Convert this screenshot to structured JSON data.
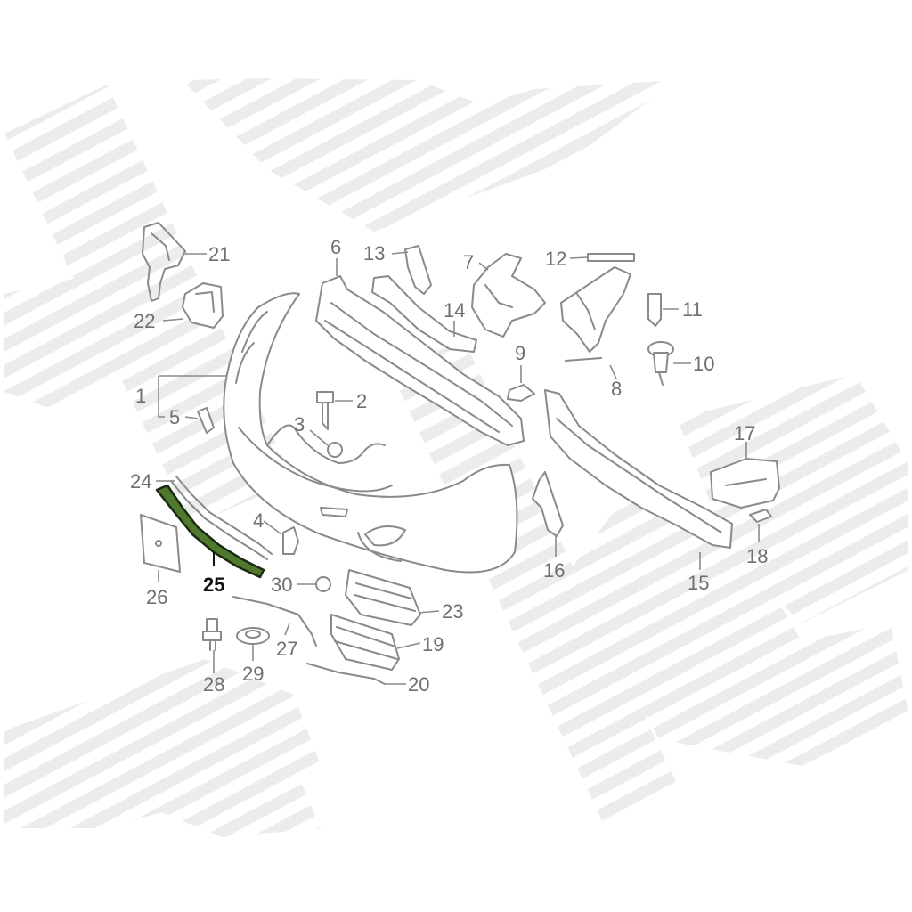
{
  "diagram": {
    "colors": {
      "line": "#8a8a8a",
      "label": "#6f6f6f",
      "highlight_outline": "#1c2a12",
      "highlight_fill": "#4f7a2e",
      "watermark": "#ededed"
    },
    "callouts": [
      {
        "id": "1",
        "text": "1"
      },
      {
        "id": "2",
        "text": "2"
      },
      {
        "id": "3",
        "text": "3"
      },
      {
        "id": "4",
        "text": "4"
      },
      {
        "id": "5",
        "text": "5"
      },
      {
        "id": "6",
        "text": "6"
      },
      {
        "id": "7",
        "text": "7"
      },
      {
        "id": "8",
        "text": "8"
      },
      {
        "id": "9",
        "text": "9"
      },
      {
        "id": "10",
        "text": "10"
      },
      {
        "id": "11",
        "text": "11"
      },
      {
        "id": "12",
        "text": "12"
      },
      {
        "id": "13",
        "text": "13"
      },
      {
        "id": "14",
        "text": "14"
      },
      {
        "id": "15",
        "text": "15"
      },
      {
        "id": "16",
        "text": "16"
      },
      {
        "id": "17",
        "text": "17"
      },
      {
        "id": "18",
        "text": "18"
      },
      {
        "id": "19",
        "text": "19"
      },
      {
        "id": "20",
        "text": "20"
      },
      {
        "id": "21",
        "text": "21"
      },
      {
        "id": "22",
        "text": "22"
      },
      {
        "id": "23",
        "text": "23"
      },
      {
        "id": "24",
        "text": "24"
      },
      {
        "id": "25",
        "text": "25",
        "highlighted": true
      },
      {
        "id": "26",
        "text": "26"
      },
      {
        "id": "27",
        "text": "27"
      },
      {
        "id": "28",
        "text": "28"
      },
      {
        "id": "29",
        "text": "29"
      },
      {
        "id": "30",
        "text": "30"
      }
    ]
  }
}
